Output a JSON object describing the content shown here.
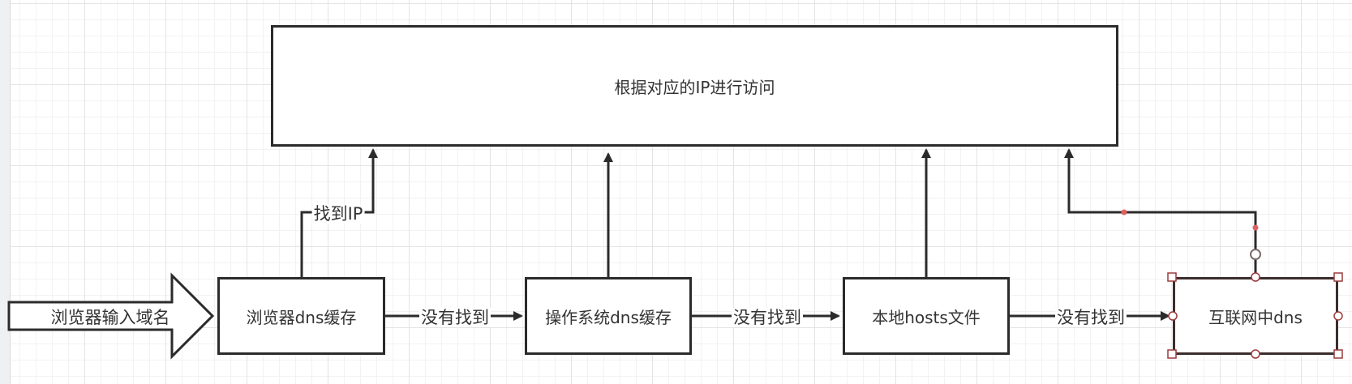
{
  "nodes": {
    "ip_access": "根据对应的IP进行访问",
    "browser_cache": "浏览器dns缓存",
    "os_cache": "操作系统dns缓存",
    "hosts_file": "本地hosts文件",
    "internet_dns": "互联网中dns"
  },
  "input_arrow": {
    "label": "浏览器输入域名"
  },
  "edge_labels": {
    "found_ip": "找到IP",
    "not_found_1": "没有找到",
    "not_found_2": "没有找到",
    "not_found_3": "没有找到"
  },
  "colors": {
    "stroke": "#2b2b2b",
    "selection_handle": "#9b3b3b",
    "waypoint": "#e06060"
  }
}
